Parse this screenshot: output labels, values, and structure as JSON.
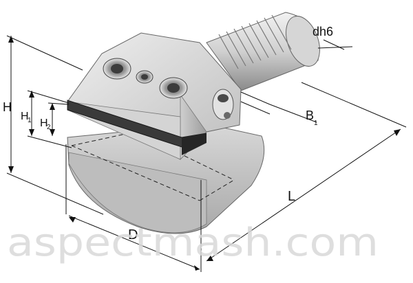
{
  "labels": {
    "dh6": "dh6",
    "H": "H",
    "H1_main": "H",
    "H1_sub": "1",
    "H2_main": "H",
    "H2_sub": "2",
    "B1_main": "B",
    "B1_sub": "1",
    "L": "L",
    "D": "D"
  },
  "watermark": "aspectmash.com",
  "colors": {
    "metal_light": "#e6e6e6",
    "metal_mid": "#c4c4c4",
    "metal_dark": "#8f8f8f",
    "insert": "#3a3a3a",
    "dim_line": "#111111"
  }
}
